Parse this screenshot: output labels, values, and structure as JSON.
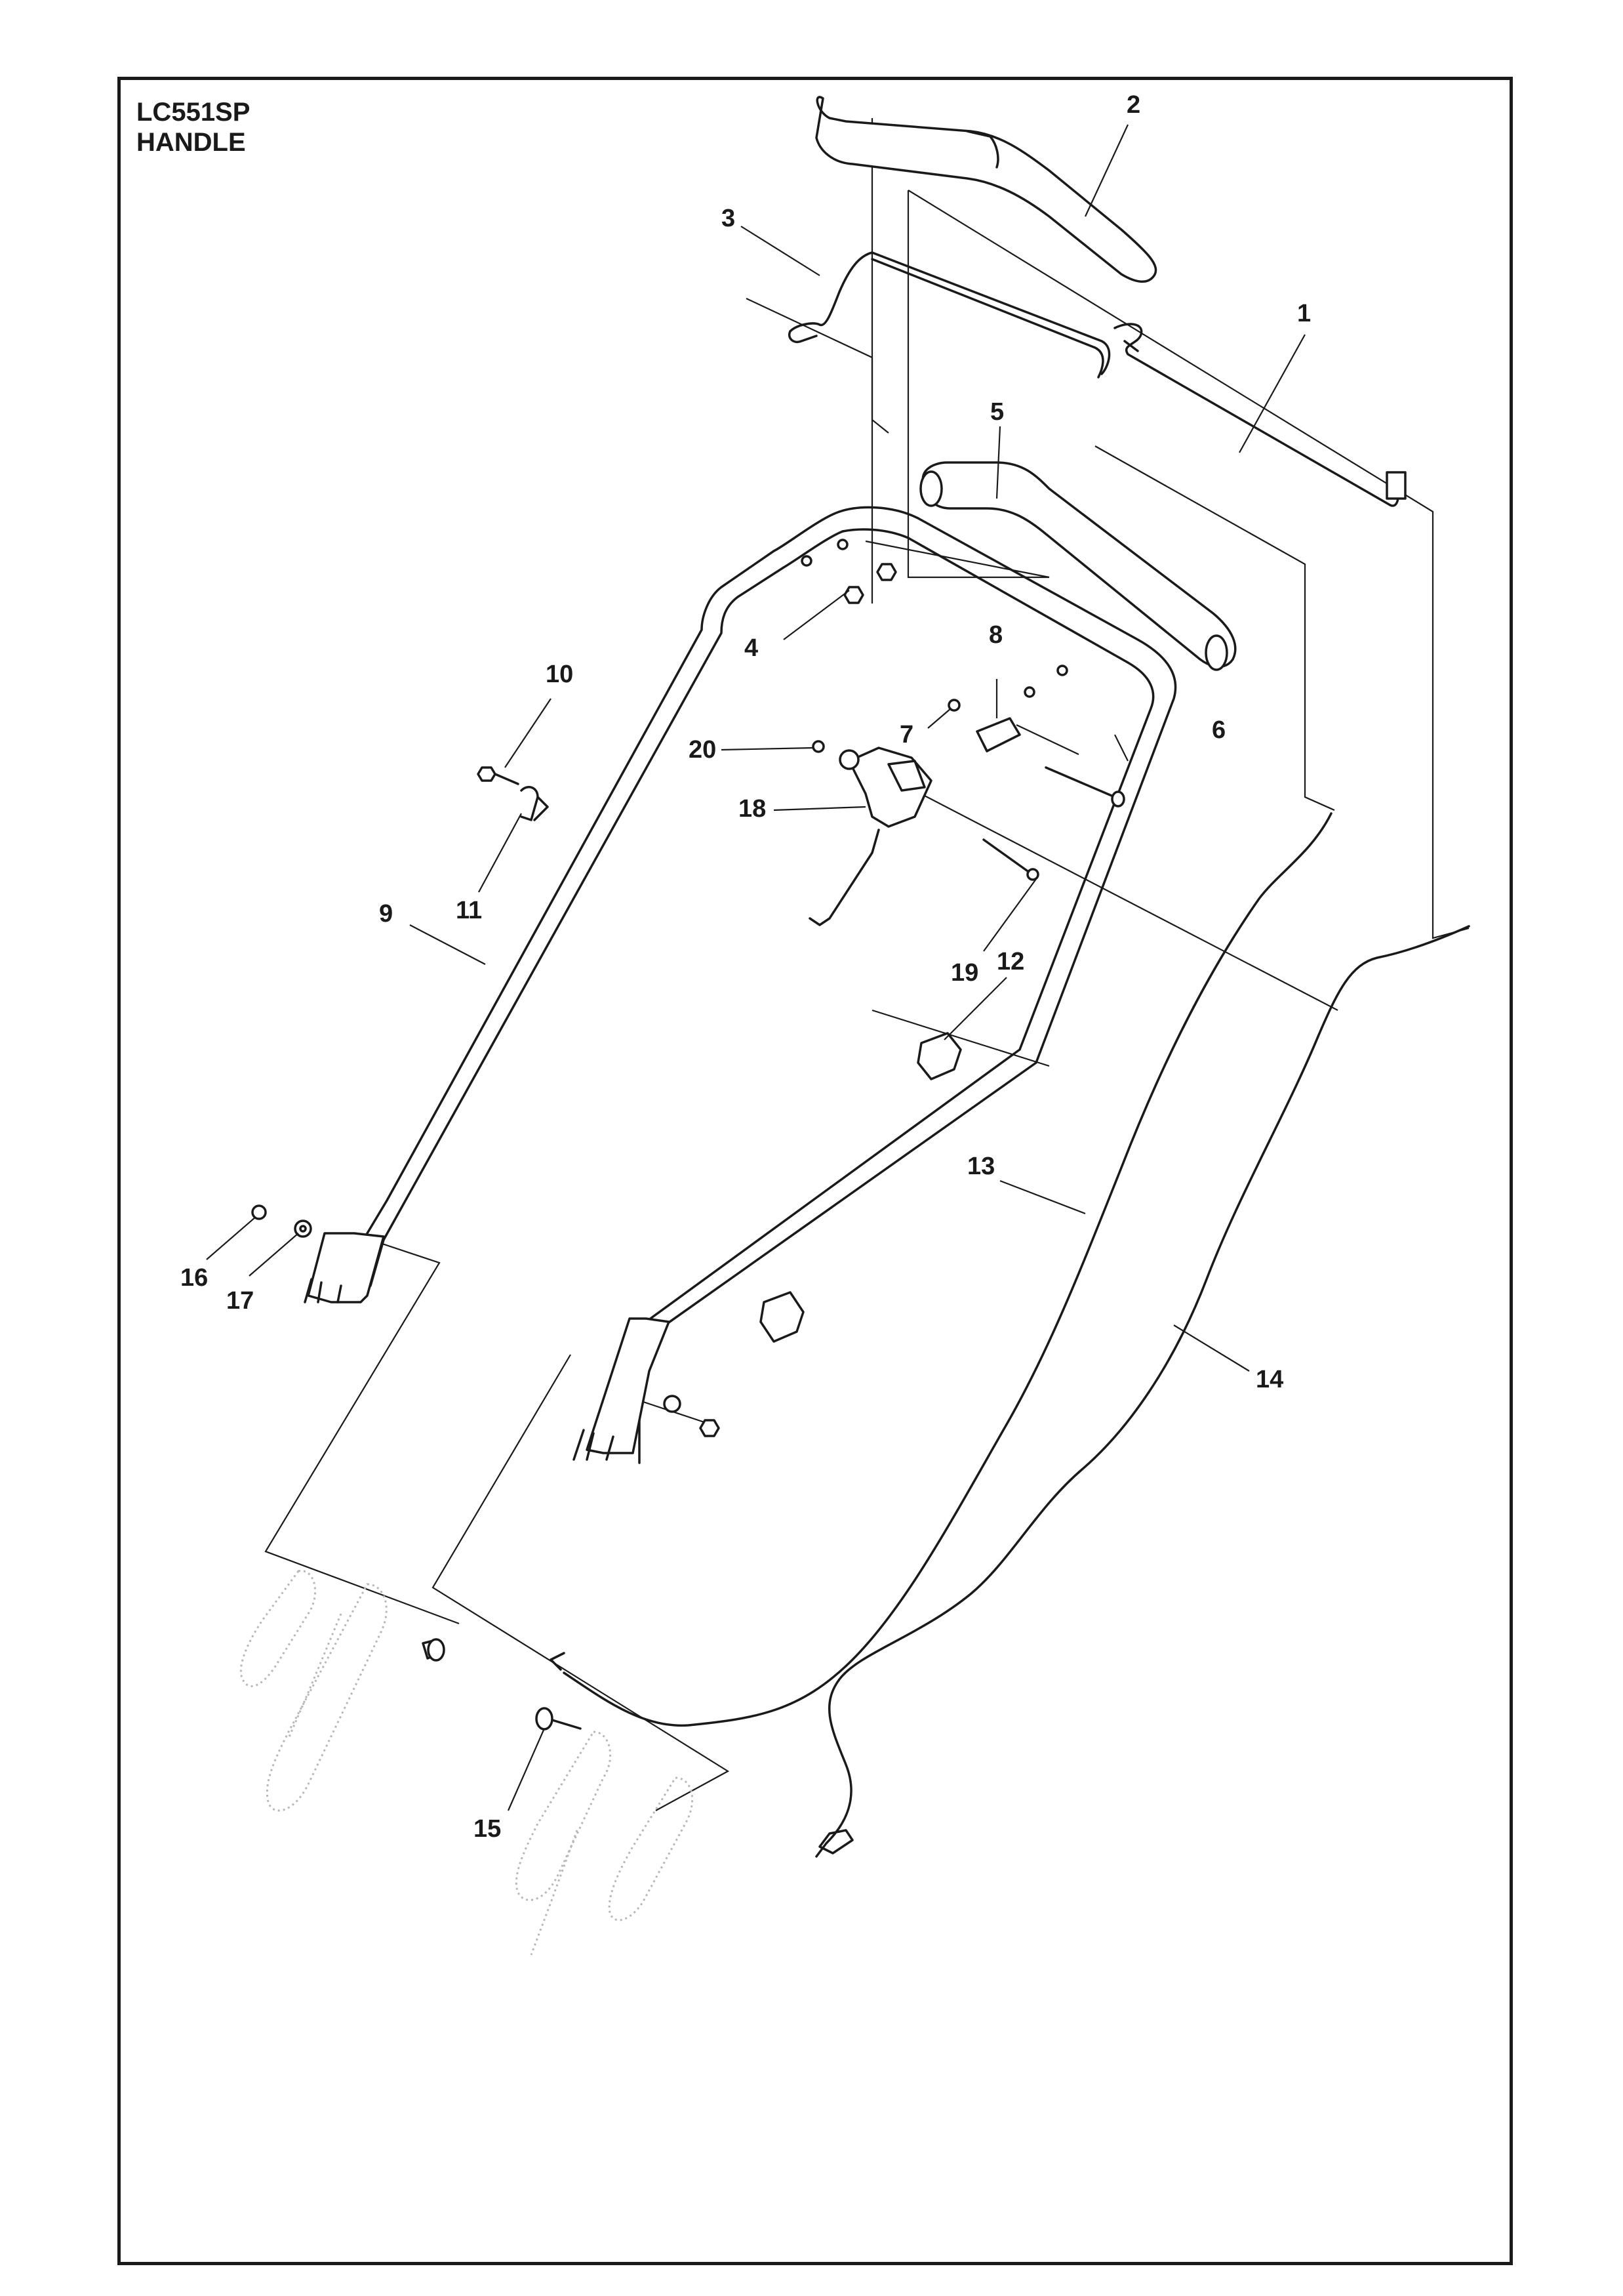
{
  "title": {
    "model": "LC551SP",
    "section": "HANDLE"
  },
  "callouts": {
    "c1": "1",
    "c2": "2",
    "c3": "3",
    "c4": "4",
    "c5": "5",
    "c6": "6",
    "c7": "7",
    "c8": "8",
    "c9": "9",
    "c10": "10",
    "c11": "11",
    "c12": "12",
    "c13": "13",
    "c14": "14",
    "c15": "15",
    "c16": "16",
    "c17": "17",
    "c18": "18",
    "c19": "19",
    "c20": "20"
  }
}
